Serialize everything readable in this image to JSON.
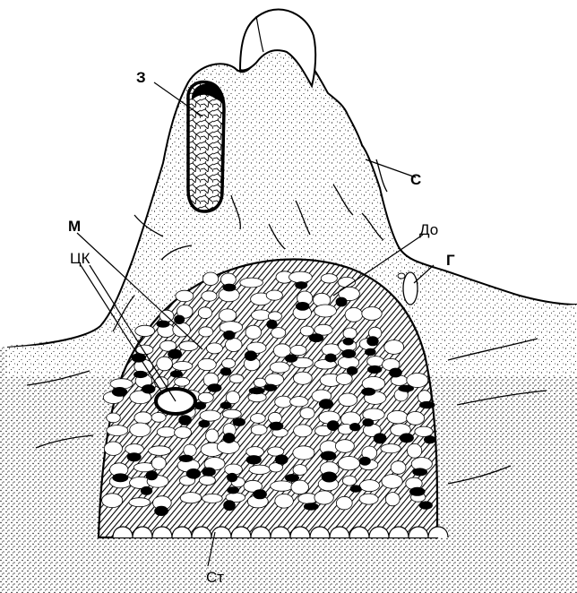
{
  "figure": {
    "labels": {
      "z": "З",
      "s": "С",
      "do": "До",
      "g": "Г",
      "m": "М",
      "tsk": "ЦК",
      "st": "Ст"
    }
  },
  "colors": {
    "ink": "#000000",
    "background": "#ffffff"
  }
}
